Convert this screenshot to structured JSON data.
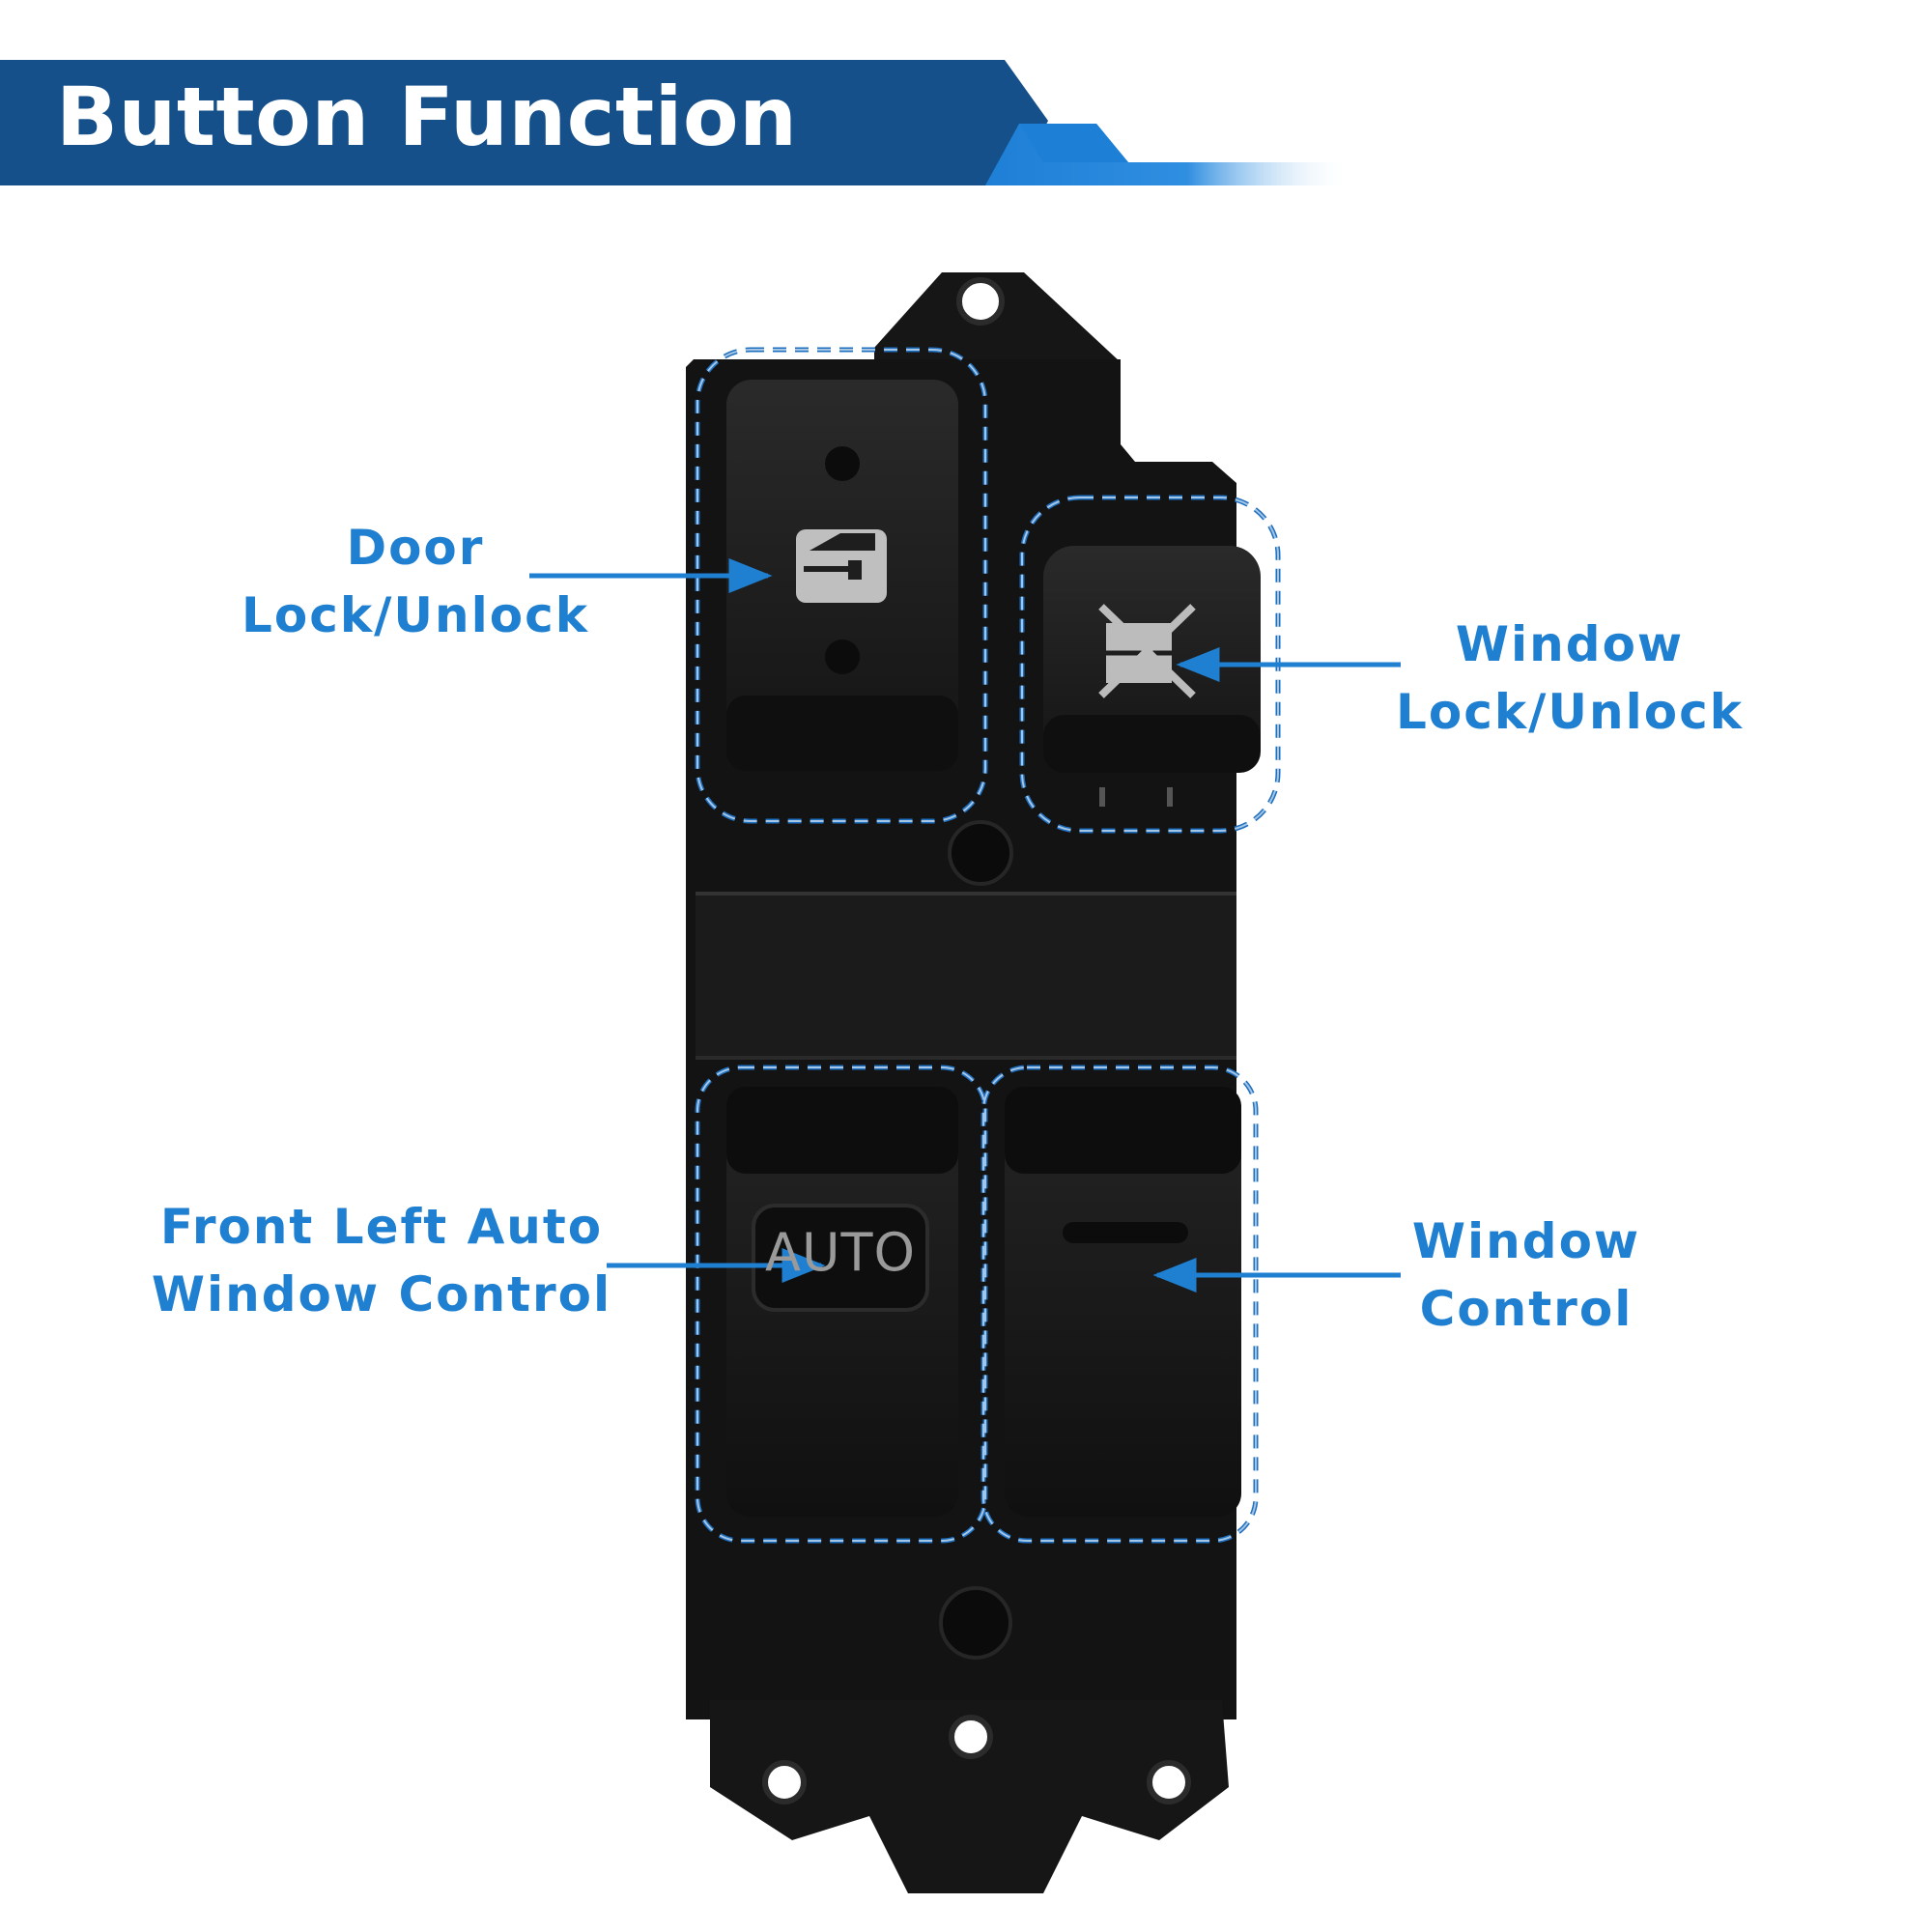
{
  "banner": {
    "title": "Button Function",
    "colors": {
      "dark": "#15508a",
      "accent": "#1e7fd6"
    }
  },
  "product": {
    "name": "power window master switch",
    "button_text": "AUTO"
  },
  "callouts": [
    {
      "id": "door-lock",
      "lines": [
        "Door",
        "Lock/Unlock"
      ]
    },
    {
      "id": "window-lock",
      "lines": [
        "Window",
        "Lock/Unlock"
      ]
    },
    {
      "id": "front-left-auto",
      "lines": [
        "Front Left Auto",
        "Window Control"
      ]
    },
    {
      "id": "window-control",
      "lines": [
        "Window",
        "Control"
      ]
    }
  ],
  "colors": {
    "label": "#1f7fd0",
    "arrow": "#1f7fd0",
    "switch_body": "#121212",
    "dashed_outline": "#1e6fbf"
  }
}
